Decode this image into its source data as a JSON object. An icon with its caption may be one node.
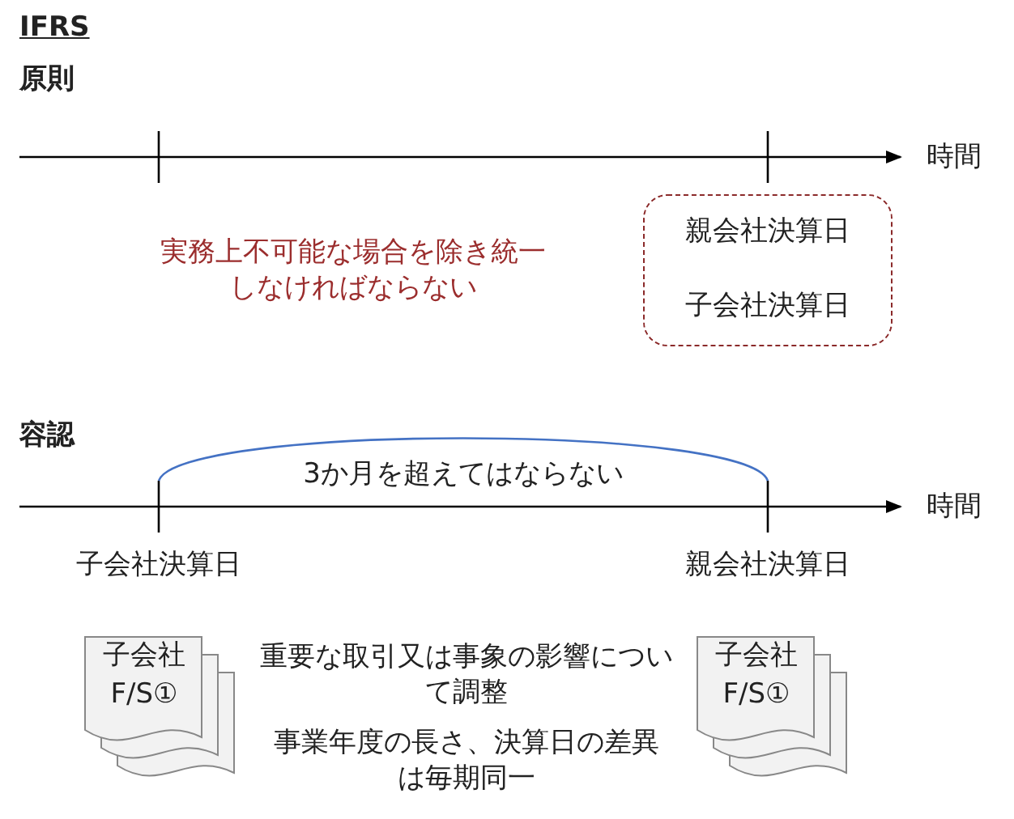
{
  "diagram": {
    "title": "IFRS",
    "nodes": [
      {
        "text": [
          "親会社決算日",
          "子会社決算日"
        ]
      },
      {
        "text": [
          "子会社F/S①"
        ]
      },
      {
        "text": [
          "子会社F/S①"
        ]
      }
    ],
    "labels": [
      "原則",
      "時間",
      "実務上不可能な場合を除き統一しなければならない",
      "容認",
      "3か月を超えてはならない",
      "時間",
      "子会社決算日",
      "親会社決算日",
      "重要な取引又は事象の影響について調整",
      "事業年度の長さ、決算日の差異は毎期同一"
    ]
  }
}
